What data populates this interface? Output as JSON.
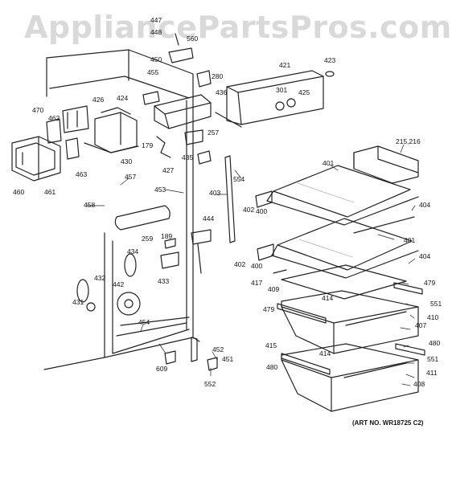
{
  "watermark": "AppliancePartsPros.com",
  "art_number": "(ART NO. WR18725 C2)",
  "part_labels": [
    "447",
    "448",
    "560",
    "450",
    "455",
    "280",
    "421",
    "423",
    "426",
    "424",
    "436",
    "301",
    "425",
    "470",
    "462",
    "257",
    "179",
    "427",
    "435",
    "463",
    "430",
    "460",
    "461",
    "457",
    "458",
    "453",
    "554",
    "403",
    "215,216",
    "401",
    "404",
    "402",
    "400",
    "444",
    "189",
    "259",
    "434",
    "432",
    "442",
    "433",
    "431",
    "417",
    "409",
    "479",
    "551",
    "414",
    "410",
    "407",
    "454",
    "452",
    "451",
    "609",
    "552",
    "415",
    "480",
    "411",
    "408"
  ]
}
